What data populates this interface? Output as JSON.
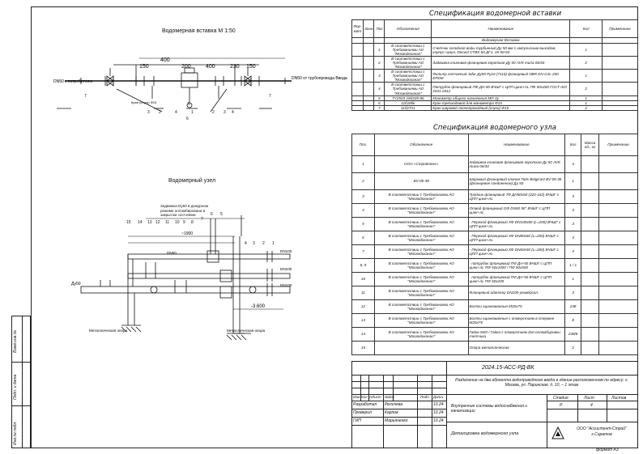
{
  "insert_spec": {
    "title": "Спецификация водомерной вставки",
    "headers": [
      "Фор-мат",
      "Зона",
      "Поз",
      "Обозначение",
      "Наименование",
      "Кол",
      "Примечание"
    ],
    "section": "Водомерная Вставка",
    "rows": [
      {
        "pos": "1",
        "designation": "В соответствии с Требованиями АО \"Мосводоканал\"",
        "name": "Счетчик холодной воды турбинный Ду 50 мм с импульсным выходом, корпус-чугун, Decast СТВХ-50 ДГ1, 18-50-83",
        "qty": "1"
      },
      {
        "pos": "2",
        "designation": "В соответствии с Требованиями АО \"Мосводоканал\"",
        "name": "Задвижка клиновая фланцевая короткая Ду 50 AVK типа 06/30",
        "qty": "2"
      },
      {
        "pos": "3",
        "designation": "В соответствии с Требованиями АО \"Мосводоканал\"",
        "name": "Фильтр сетчатый Jafar Ду50 Ру16 (7110) фланцевый NBR EN-GJL-250 EPDM",
        "qty": "1"
      },
      {
        "pos": "4",
        "designation": "В соответствии с Требованиями АО \"Мосводоканал\"",
        "name": "Патрубок фланцевый ПФ ДН-50 ВЧШГ с ЦПП цинк+AL ПФ 50х400 ГОСТ ISO 2531-2012",
        "qty": "2"
      },
      {
        "pos": "5",
        "designation": "ТУ2503-180335-86",
        "name": "Манометр общего назначения МП-3у",
        "qty": "1"
      },
      {
        "pos": "6",
        "designation": "11б18бк",
        "name": "Кран трёхходовой для манометра Ф15",
        "qty": "1"
      },
      {
        "pos": "7",
        "designation": "11б27п1",
        "name": "Кран шаровой полнопроходный (спуск) Ф15",
        "qty": "2"
      }
    ]
  },
  "node_spec": {
    "title": "Спецификация водомерного узла",
    "headers": [
      "Поз.",
      "Обозначение",
      "Наименование",
      "Кол",
      "Масса ед., кг",
      "Примечание"
    ],
    "rows": [
      {
        "pos": "1",
        "designation": "ООО «Стройтехс»",
        "name": "Задвижка клиновая фланцевая короткая Ду 50 AVK типа 06/30",
        "qty": "4"
      },
      {
        "pos": "2",
        "designation": "BV-05-38",
        "name": "Шаровый фланцевый клапан Tatis Belgicast BV-05-38 (фланцевое соединение) Ду 50",
        "qty": "1"
      },
      {
        "pos": "3",
        "designation": "В соответствии с Требованиями АО \"Мосводоканал\"",
        "name": "Тройник фланцевый ТФ ДН50х50 (320-162) ВЧШГ с ЦПП цинк+AL",
        "qty": "3"
      },
      {
        "pos": "4",
        "designation": "В соответствии с Требованиями АО \"Мосводоканал\"",
        "name": "Отвод фланцевый ОФ DN50 90° ВЧШГ с ЦПП цинк+AL",
        "qty": "3"
      },
      {
        "pos": "5",
        "designation": "В соответствии с Требованиями АО \"Мосводоканал\"",
        "name": "- Переход фланцевый ХФ DN100х80 (L=200) ВЧШГ с ЦПП цинк+AL",
        "qty": "3"
      },
      {
        "pos": "6",
        "designation": "В соответствии с Требованиями АО \"Мосводоканал\"",
        "name": "- Переход фланцевый ХФ DN80х60 (L=200) ВЧШГ с ЦПП цинк+AL",
        "qty": "3"
      },
      {
        "pos": "7",
        "designation": "В соответствии с Требованиями АО \"Мосводоканал\"",
        "name": "- Переход фланцевый ХФ DN60х50 (L=200) ВЧШГ с ЦПП цинк+AL",
        "qty": "3"
      },
      {
        "pos": "8, 9",
        "designation": "В соответствии с Требованиями АО \"Мосводоканал\"",
        "name": "- патрубок фланцевый ПФ ДН-50 ВЧШГ с ЦПП цинк+AL ПФ 50х1000 / ПФ 50х500",
        "qty": "1 / 1"
      },
      {
        "pos": "10",
        "designation": "В соответствии с Требованиями АО \"Мосводоканал\"",
        "name": "- патрубок фланцевый ПФ ДН-50 ВЧШГ с ЦПП цинк+AL ПФ 50х200",
        "qty": "1"
      },
      {
        "pos": "11",
        "designation": "В соответствии с Требованиями АО \"Мосводоканал\"",
        "name": "Фланцевый адаптер DN100-универсал.",
        "qty": "3"
      },
      {
        "pos": "12",
        "designation": "В соответствии с Требованиями АО \"Мосводоканал\"",
        "name": "Болты оцинкованные М20х75",
        "qty": "248"
      },
      {
        "pos": "13",
        "designation": "В соответствии с Требованиями АО \"Мосводоканал\"",
        "name": "Болты оцинкованные с отверстием в стержне М20х75",
        "qty": "8"
      },
      {
        "pos": "14",
        "designation": "В соответствии с Требованиями АО \"Мосводоканал\"",
        "name": "Гайка М20 / Гайка с отверстием для опломбировки счетчика",
        "qty": "248/8"
      },
      {
        "pos": "15",
        "designation": "",
        "name": "Опора металлическая",
        "qty": "2"
      }
    ]
  },
  "drawing1": {
    "title": "Водомерная вставка М 1:50",
    "dims": [
      "150",
      "400",
      "200",
      "400",
      "230",
      "150"
    ],
    "left_label": "DN50 к потребителю",
    "right_label": "DN50 от трубопровода Ввода",
    "tap_label": "Кран (спуск) Ф15",
    "callouts": [
      "3",
      "2",
      "1",
      "2",
      "3",
      "7",
      "7",
      "6",
      "5",
      "4",
      "4"
    ]
  },
  "drawing2": {
    "title": "Водомерный узел",
    "note": "Задвижка Dy50 в дежурном режиме опломбирована в закрытом состоянии",
    "dim_main": "~1900",
    "elevation": "-3.600",
    "support_left": "Металлическая опора",
    "support_right": "Металлическая опора",
    "pipe_labels": [
      "DN50",
      "Ду50",
      "DN100",
      "DN100",
      "DN100"
    ],
    "callouts": [
      "15",
      "14",
      "13",
      "12",
      "11",
      "10",
      "9",
      "8",
      "7",
      "6",
      "5",
      "4",
      "3",
      "2",
      "1"
    ]
  },
  "stamp": {
    "code": "2024.15-АСС-РД-ВК",
    "description": "Разделение на два абонента водопроводного ввода в здание расположенном по адресу: г. Москва, ул. Паринская, д. 10, – 1 этаж",
    "col_headers": [
      "Изм",
      "Кол.уч",
      "Лист",
      "№док",
      "Подп.",
      "Дата"
    ],
    "people": [
      {
        "role": "Разработал",
        "name": "Реличева",
        "date": "10.24"
      },
      {
        "role": "Проверил",
        "name": "Карпов",
        "date": "10.24"
      },
      {
        "role": "ГИП",
        "name": "Марьяненко",
        "date": "10.24"
      }
    ],
    "system": "Внутренние системы водоснабжения и канализации",
    "sheet_title": "Деталировка водомерного узла",
    "stage_headers": [
      "Стадия",
      "Лист",
      "Листов"
    ],
    "stage": "Р",
    "sheet": "4",
    "sheets": "",
    "company": "ООО \"Ассистент-Строй\" г.Саратов",
    "format": "формат А3"
  },
  "side_labels": [
    "Взам.инв.№",
    "Подп. и дата",
    "Инв.№ подл."
  ]
}
